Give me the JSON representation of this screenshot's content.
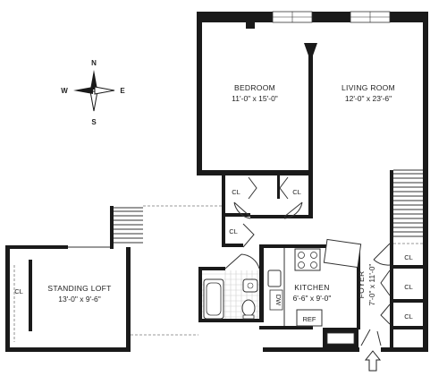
{
  "compass": {
    "north": "N",
    "south": "S",
    "east": "E",
    "west": "W"
  },
  "rooms": {
    "bedroom": {
      "name": "BEDROOM",
      "size": "11'-0\" x 15'-0\""
    },
    "living_room": {
      "name": "LIVING ROOM",
      "size": "12'-0\" x 23'-6\""
    },
    "standing_loft": {
      "name": "STANDING LOFT",
      "size": "13'-0\" x 9'-6\""
    },
    "kitchen": {
      "name": "KITCHEN",
      "size": "6'-6\" x 9'-0\""
    },
    "foyer": {
      "name": "FOYER",
      "size": "7'-0\" x 11'-0\""
    }
  },
  "closets": {
    "bedroom_left": "CL",
    "bedroom_right": "CL",
    "hall": "CL",
    "loft": "CL",
    "foyer_1": "CL",
    "foyer_2": "CL",
    "foyer_3": "CL"
  },
  "appliances": {
    "dishwasher": "DW",
    "refrigerator": "REF"
  }
}
